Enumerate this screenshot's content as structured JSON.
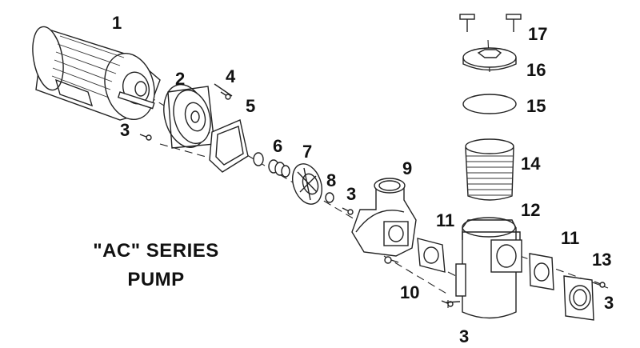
{
  "title": {
    "line1": "\"AC\" SERIES",
    "line2": "PUMP"
  },
  "callouts": [
    {
      "id": "motor",
      "label": "1"
    },
    {
      "id": "seal-plate",
      "label": "2"
    },
    {
      "id": "screw-left",
      "label": "3"
    },
    {
      "id": "screw-top",
      "label": "4"
    },
    {
      "id": "gasket",
      "label": "5"
    },
    {
      "id": "shaft-seal",
      "label": "6"
    },
    {
      "id": "impeller",
      "label": "7"
    },
    {
      "id": "washer",
      "label": "8"
    },
    {
      "id": "screw-impeller",
      "label": "3"
    },
    {
      "id": "volute",
      "label": "9"
    },
    {
      "id": "drain-plug",
      "label": "10"
    },
    {
      "id": "flange-gasket-left",
      "label": "11"
    },
    {
      "id": "strainer-body",
      "label": "12"
    },
    {
      "id": "basket",
      "label": "14"
    },
    {
      "id": "o-ring",
      "label": "15"
    },
    {
      "id": "lid",
      "label": "16"
    },
    {
      "id": "knob",
      "label": "17"
    },
    {
      "id": "flange-gasket-right",
      "label": "11"
    },
    {
      "id": "flange",
      "label": "13"
    },
    {
      "id": "screw-flange",
      "label": "3"
    },
    {
      "id": "screw-bottom",
      "label": "3"
    }
  ]
}
